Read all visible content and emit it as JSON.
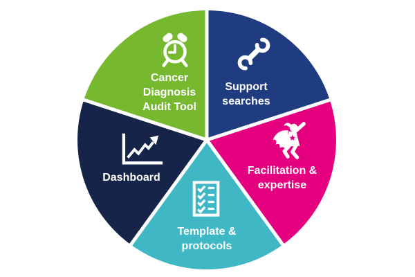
{
  "chart_data": {
    "type": "pie",
    "title": "",
    "direction": "clockwise",
    "start_angle_deg": -90,
    "radius_px": 187,
    "divider_color": "#ffffff",
    "label_color": "#ffffff",
    "icon_color": "#ffffff",
    "background_color": "#ffffff",
    "segments": [
      {
        "label": "Support searches",
        "lines": [
          "Support",
          "searches"
        ],
        "value": 20,
        "color": "#1e3c7f",
        "icon": "wrench-icon"
      },
      {
        "label": "Facilitation & expertise",
        "lines": [
          "Facilitation &",
          "expertise"
        ],
        "value": 20,
        "color": "#e4007e",
        "icon": "superhero-icon"
      },
      {
        "label": "Template & protocols",
        "lines": [
          "Template &",
          "protocols"
        ],
        "value": 20,
        "color": "#3fb7c4",
        "icon": "checklist-icon"
      },
      {
        "label": "Dashboard",
        "lines": [
          "Dashboard"
        ],
        "value": 20,
        "color": "#162449",
        "icon": "line-chart-icon"
      },
      {
        "label": "Cancer Diagnosis Audit Tool",
        "lines": [
          "Cancer",
          "Diagnosis",
          "Audit Tool"
        ],
        "value": 20,
        "color": "#76b82e",
        "icon": "alarm-clock-icon"
      }
    ]
  }
}
